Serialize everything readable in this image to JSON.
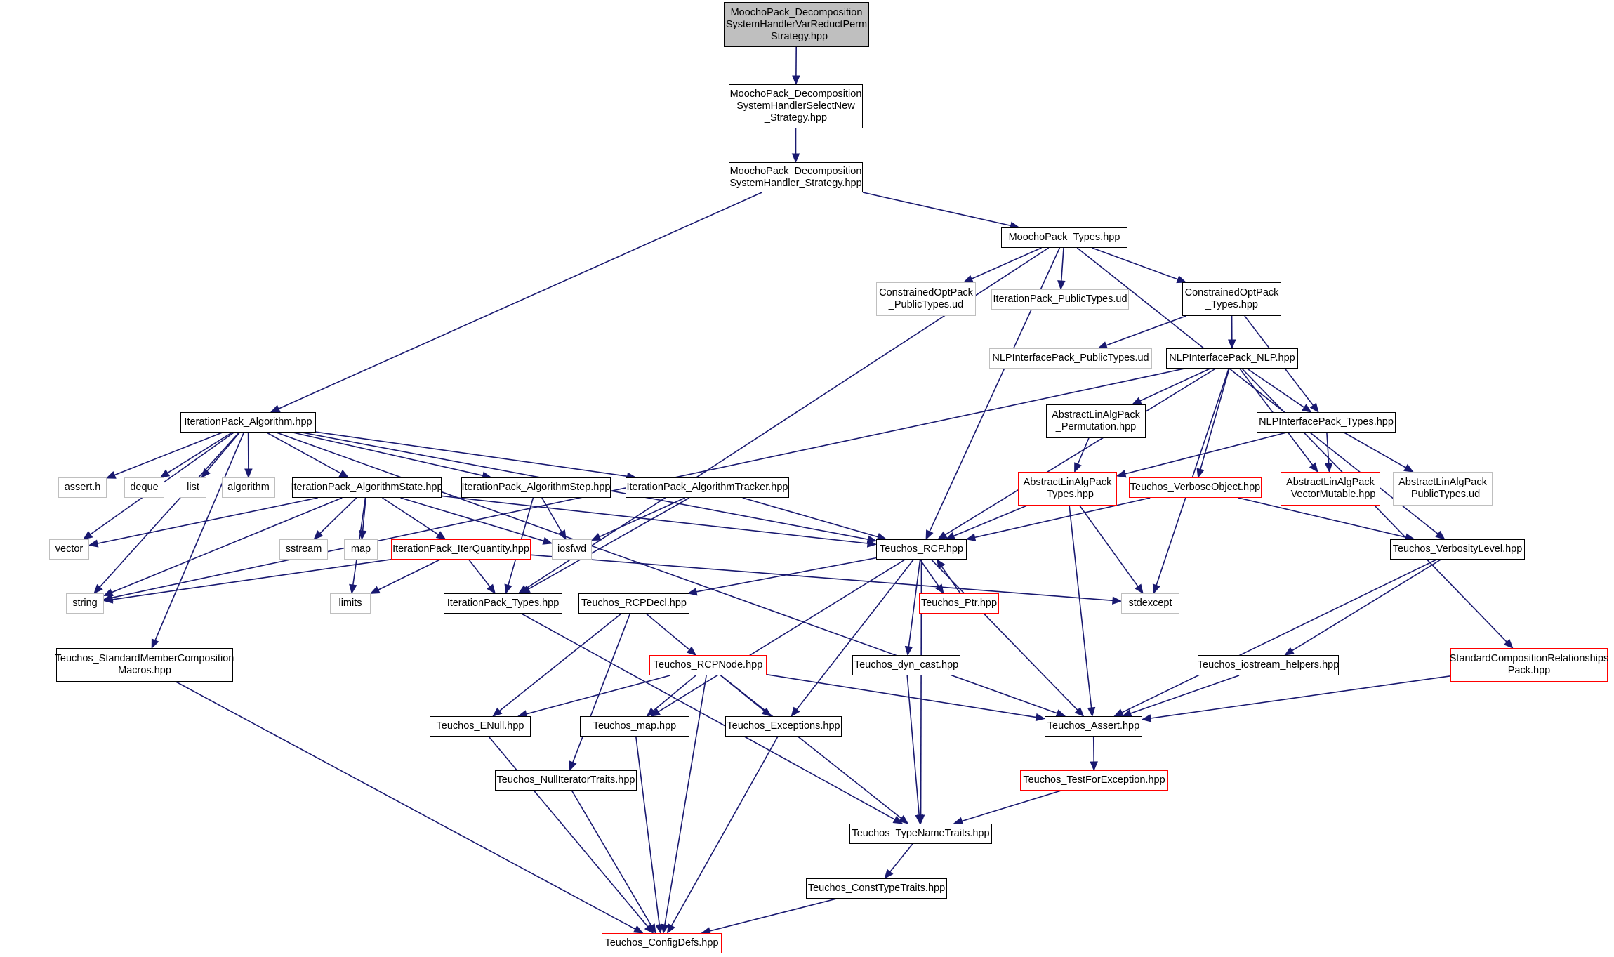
{
  "diagram": {
    "colors": {
      "edge": "#191970",
      "root_fill": "#bfbfbf",
      "border_normal": "#000000",
      "border_red": "#ff0000",
      "border_gray": "#bfbfbf"
    },
    "nodes": [
      {
        "id": "root",
        "label": "MoochoPack_Decomposition\nSystemHandlerVarReductPerm\n_Strategy.hpp",
        "style": "root"
      },
      {
        "id": "selnew",
        "label": "MoochoPack_Decomposition\nSystemHandlerSelectNew\n_Strategy.hpp",
        "style": "normal"
      },
      {
        "id": "strat",
        "label": "MoochoPack_Decomposition\nSystemHandler_Strategy.hpp",
        "style": "normal"
      },
      {
        "id": "mptypes",
        "label": "MoochoPack_Types.hpp",
        "style": "normal"
      },
      {
        "id": "copud",
        "label": "ConstrainedOptPack\n_PublicTypes.ud",
        "style": "gray"
      },
      {
        "id": "ipud",
        "label": "IterationPack_PublicTypes.ud",
        "style": "gray"
      },
      {
        "id": "coptypes",
        "label": "ConstrainedOptPack\n_Types.hpp",
        "style": "normal"
      },
      {
        "id": "nlpud",
        "label": "NLPInterfacePack_PublicTypes.ud",
        "style": "gray"
      },
      {
        "id": "nlp",
        "label": "NLPInterfacePack_NLP.hpp",
        "style": "normal"
      },
      {
        "id": "alg",
        "label": "IterationPack_Algorithm.hpp",
        "style": "normal"
      },
      {
        "id": "alaperm",
        "label": "AbstractLinAlgPack\n_Permutation.hpp",
        "style": "normal"
      },
      {
        "id": "nlptypes",
        "label": "NLPInterfacePack_Types.hpp",
        "style": "normal"
      },
      {
        "id": "assert_h",
        "label": "assert.h",
        "style": "gray"
      },
      {
        "id": "deque",
        "label": "deque",
        "style": "gray"
      },
      {
        "id": "list",
        "label": "list",
        "style": "gray"
      },
      {
        "id": "algorithm",
        "label": "algorithm",
        "style": "gray"
      },
      {
        "id": "algstate",
        "label": "IterationPack_AlgorithmState.hpp",
        "style": "normal"
      },
      {
        "id": "algstep",
        "label": "IterationPack_AlgorithmStep.hpp",
        "style": "normal"
      },
      {
        "id": "algtrack",
        "label": "IterationPack_AlgorithmTracker.hpp",
        "style": "normal"
      },
      {
        "id": "alatypes",
        "label": "AbstractLinAlgPack\n_Types.hpp",
        "style": "red"
      },
      {
        "id": "verbobj",
        "label": "Teuchos_VerboseObject.hpp",
        "style": "red"
      },
      {
        "id": "vecmut",
        "label": "AbstractLinAlgPack\n_VectorMutable.hpp",
        "style": "red"
      },
      {
        "id": "alaud",
        "label": "AbstractLinAlgPack\n_PublicTypes.ud",
        "style": "gray"
      },
      {
        "id": "vector",
        "label": "vector",
        "style": "gray"
      },
      {
        "id": "sstream",
        "label": "sstream",
        "style": "gray"
      },
      {
        "id": "map",
        "label": "map",
        "style": "gray"
      },
      {
        "id": "iterq",
        "label": "IterationPack_IterQuantity.hpp",
        "style": "red"
      },
      {
        "id": "iosfwd",
        "label": "iosfwd",
        "style": "gray"
      },
      {
        "id": "rcp",
        "label": "Teuchos_RCP.hpp",
        "style": "normal"
      },
      {
        "id": "verblevel",
        "label": "Teuchos_VerbosityLevel.hpp",
        "style": "normal"
      },
      {
        "id": "string",
        "label": "string",
        "style": "gray"
      },
      {
        "id": "limits",
        "label": "limits",
        "style": "gray"
      },
      {
        "id": "iptypes",
        "label": "IterationPack_Types.hpp",
        "style": "normal"
      },
      {
        "id": "rcpdecl",
        "label": "Teuchos_RCPDecl.hpp",
        "style": "normal"
      },
      {
        "id": "ptr",
        "label": "Teuchos_Ptr.hpp",
        "style": "red"
      },
      {
        "id": "stdexcept",
        "label": "stdexcept",
        "style": "gray"
      },
      {
        "id": "stdmac",
        "label": "Teuchos_StandardMemberComposition\nMacros.hpp",
        "style": "normal"
      },
      {
        "id": "rcpnode",
        "label": "Teuchos_RCPNode.hpp",
        "style": "red"
      },
      {
        "id": "dyncast",
        "label": "Teuchos_dyn_cast.hpp",
        "style": "normal"
      },
      {
        "id": "iohelp",
        "label": "Teuchos_iostream_helpers.hpp",
        "style": "normal"
      },
      {
        "id": "scrp",
        "label": "StandardCompositionRelationships\nPack.hpp",
        "style": "red"
      },
      {
        "id": "enull",
        "label": "Teuchos_ENull.hpp",
        "style": "normal"
      },
      {
        "id": "tmap",
        "label": "Teuchos_map.hpp",
        "style": "normal"
      },
      {
        "id": "texc",
        "label": "Teuchos_Exceptions.hpp",
        "style": "normal"
      },
      {
        "id": "tassert",
        "label": "Teuchos_Assert.hpp",
        "style": "normal"
      },
      {
        "id": "nulliter",
        "label": "Teuchos_NullIteratorTraits.hpp",
        "style": "normal"
      },
      {
        "id": "testexc",
        "label": "Teuchos_TestForException.hpp",
        "style": "red"
      },
      {
        "id": "tnt",
        "label": "Teuchos_TypeNameTraits.hpp",
        "style": "normal"
      },
      {
        "id": "ctt",
        "label": "Teuchos_ConstTypeTraits.hpp",
        "style": "normal"
      },
      {
        "id": "cfg",
        "label": "Teuchos_ConfigDefs.hpp",
        "style": "red"
      }
    ],
    "edges": [
      [
        "root",
        "selnew"
      ],
      [
        "selnew",
        "strat"
      ],
      [
        "strat",
        "alg"
      ],
      [
        "strat",
        "mptypes"
      ],
      [
        "mptypes",
        "iptypes"
      ],
      [
        "mptypes",
        "copud"
      ],
      [
        "mptypes",
        "ipud"
      ],
      [
        "mptypes",
        "rcp"
      ],
      [
        "mptypes",
        "coptypes"
      ],
      [
        "mptypes",
        "verblevel"
      ],
      [
        "coptypes",
        "nlpud"
      ],
      [
        "coptypes",
        "nlp"
      ],
      [
        "coptypes",
        "nlptypes"
      ],
      [
        "nlp",
        "string"
      ],
      [
        "nlp",
        "rcp"
      ],
      [
        "nlp",
        "alaperm"
      ],
      [
        "nlp",
        "verbobj"
      ],
      [
        "nlp",
        "vecmut"
      ],
      [
        "nlp",
        "nlptypes"
      ],
      [
        "nlp",
        "stdexcept"
      ],
      [
        "nlp",
        "scrp"
      ],
      [
        "alg",
        "stdmac"
      ],
      [
        "alg",
        "string"
      ],
      [
        "alg",
        "vector"
      ],
      [
        "alg",
        "assert_h"
      ],
      [
        "alg",
        "deque"
      ],
      [
        "alg",
        "list"
      ],
      [
        "alg",
        "algorithm"
      ],
      [
        "alg",
        "algstate"
      ],
      [
        "alg",
        "algstep"
      ],
      [
        "alg",
        "algtrack"
      ],
      [
        "alg",
        "rcp"
      ],
      [
        "alg",
        "tassert"
      ],
      [
        "alaperm",
        "alatypes"
      ],
      [
        "nlptypes",
        "alatypes"
      ],
      [
        "nlptypes",
        "vecmut"
      ],
      [
        "nlptypes",
        "alaud"
      ],
      [
        "algstate",
        "vector"
      ],
      [
        "algstate",
        "string"
      ],
      [
        "algstate",
        "limits"
      ],
      [
        "algstate",
        "sstream"
      ],
      [
        "algstate",
        "map"
      ],
      [
        "algstate",
        "iterq"
      ],
      [
        "algstate",
        "iosfwd"
      ],
      [
        "algstate",
        "rcp"
      ],
      [
        "algstep",
        "iosfwd"
      ],
      [
        "algstep",
        "iptypes"
      ],
      [
        "algtrack",
        "iosfwd"
      ],
      [
        "algtrack",
        "iptypes"
      ],
      [
        "algtrack",
        "rcp"
      ],
      [
        "alatypes",
        "rcp"
      ],
      [
        "alatypes",
        "stdexcept"
      ],
      [
        "alatypes",
        "tassert"
      ],
      [
        "verbobj",
        "rcp"
      ],
      [
        "verbobj",
        "verblevel"
      ],
      [
        "iterq",
        "string"
      ],
      [
        "iterq",
        "limits"
      ],
      [
        "iterq",
        "iptypes"
      ],
      [
        "iterq",
        "stdexcept"
      ],
      [
        "rcp",
        "rcpdecl"
      ],
      [
        "rcp",
        "ptr"
      ],
      [
        "ptr",
        "rcp"
      ],
      [
        "rcp",
        "tmap"
      ],
      [
        "rcp",
        "dyncast"
      ],
      [
        "rcp",
        "texc"
      ],
      [
        "rcp",
        "tnt"
      ],
      [
        "rcp",
        "tassert"
      ],
      [
        "verblevel",
        "iohelp"
      ],
      [
        "verblevel",
        "tassert"
      ],
      [
        "iptypes",
        "tnt"
      ],
      [
        "rcpdecl",
        "enull"
      ],
      [
        "rcpdecl",
        "nulliter"
      ],
      [
        "rcpdecl",
        "rcpnode"
      ],
      [
        "stdmac",
        "cfg"
      ],
      [
        "rcpnode",
        "enull"
      ],
      [
        "rcpnode",
        "tmap"
      ],
      [
        "rcpnode",
        "texc"
      ],
      [
        "rcpnode",
        "tassert"
      ],
      [
        "rcpnode",
        "tnt"
      ],
      [
        "rcpnode",
        "cfg"
      ],
      [
        "dyncast",
        "tnt"
      ],
      [
        "iohelp",
        "tassert"
      ],
      [
        "scrp",
        "tassert"
      ],
      [
        "enull",
        "cfg"
      ],
      [
        "tmap",
        "cfg"
      ],
      [
        "texc",
        "cfg"
      ],
      [
        "nulliter",
        "cfg"
      ],
      [
        "tassert",
        "testexc"
      ],
      [
        "testexc",
        "tnt"
      ],
      [
        "tnt",
        "ctt"
      ],
      [
        "ctt",
        "cfg"
      ]
    ]
  }
}
